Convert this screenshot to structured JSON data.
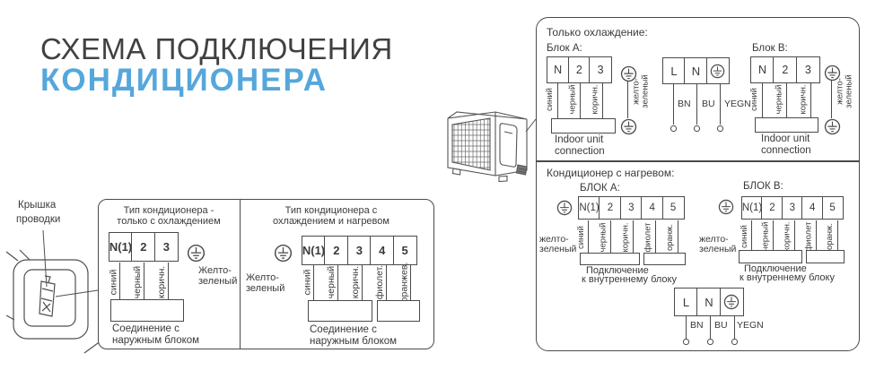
{
  "title": {
    "line1": "СХЕМА ПОДКЛЮЧЕНИЯ",
    "line2": "КОНДИЦИОНЕРА"
  },
  "cover_label": {
    "line1": "Крышка",
    "line2": "проводки"
  },
  "center_box": {
    "cooling": {
      "header1": "Тип кондиционера -",
      "header2": "только с охлаждением",
      "terminals": [
        "N(1)",
        "2",
        "3"
      ],
      "wires": [
        "синий",
        "черный",
        "коричн."
      ],
      "ground_label1": "Желто-",
      "ground_label2": "зеленый",
      "caption1": "Соединение с",
      "caption2": "наружным блоком"
    },
    "heating": {
      "header1": "Тип кондиционера с",
      "header2": "охлаждением и нагревом",
      "terminals": [
        "N(1)",
        "2",
        "3",
        "4",
        "5"
      ],
      "wires": [
        "синий",
        "черный",
        "коричн.",
        "фиолет.",
        "оранжев."
      ],
      "ground_label1": "Желто-",
      "ground_label2": "зеленый",
      "caption1": "Соединение с",
      "caption2": "наружным блоком"
    }
  },
  "panel": {
    "cooling": {
      "header": "Только охлаждение:",
      "block_a_label": "Блок A:",
      "block_b_label": "Блок B:",
      "terminals": [
        "N",
        "2",
        "3"
      ],
      "wires": [
        "синий",
        "черный",
        "коричн."
      ],
      "ground_label1": "желто-",
      "ground_label2": "зеленый",
      "caption1": "Indoor unit",
      "caption2": "connection",
      "power": {
        "terminal_l": "L",
        "terminal_n": "N",
        "wire_labels": [
          "BN",
          "BU",
          "YEGN"
        ]
      }
    },
    "heating": {
      "header": "Кондиционер с нагревом:",
      "block_a_label": "БЛОК A:",
      "block_b_label": "БЛОК B:",
      "terminals": [
        "N(1)",
        "2",
        "3",
        "4",
        "5"
      ],
      "wires": [
        "синий",
        "черный",
        "коричн.",
        "фиолет",
        "оранж."
      ],
      "ground_label1": "желто-",
      "ground_label2": "зеленый",
      "caption1": "Подключение",
      "caption2": "к внутреннему блоку",
      "power": {
        "terminal_l": "L",
        "terminal_n": "N",
        "wire_labels": [
          "BN",
          "BU",
          "YEGN"
        ]
      }
    }
  },
  "icons": {
    "ground_symbol": "protective-earth-ground",
    "sketches": [
      "indoor-unit-end-with-wiring-cover",
      "outdoor-unit"
    ]
  },
  "colors": {
    "title_gray": "#414042",
    "title_blue": "#55a7db",
    "line": "#4a4a4a",
    "background": "#ffffff"
  }
}
